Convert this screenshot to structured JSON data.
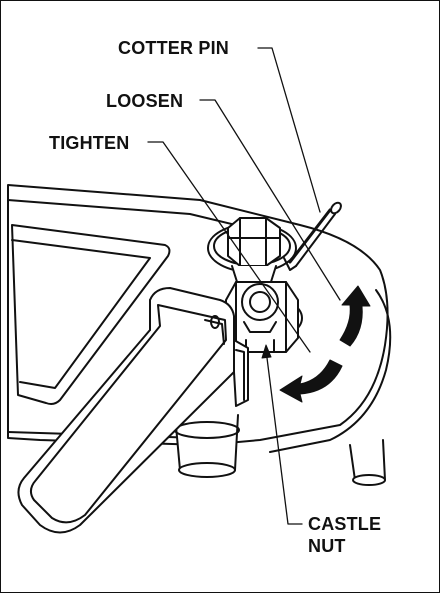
{
  "labels": {
    "cotter_pin": "COTTER PIN",
    "loosen": "LOOSEN",
    "tighten": "TIGHTEN",
    "castle_nut_line1": "CASTLE",
    "castle_nut_line2": "NUT"
  },
  "colors": {
    "line": "#111111",
    "arrow_fill": "#111111",
    "background": "#ffffff"
  },
  "icons": {
    "rotation_arrows": "curved-double-arrow-icon"
  }
}
